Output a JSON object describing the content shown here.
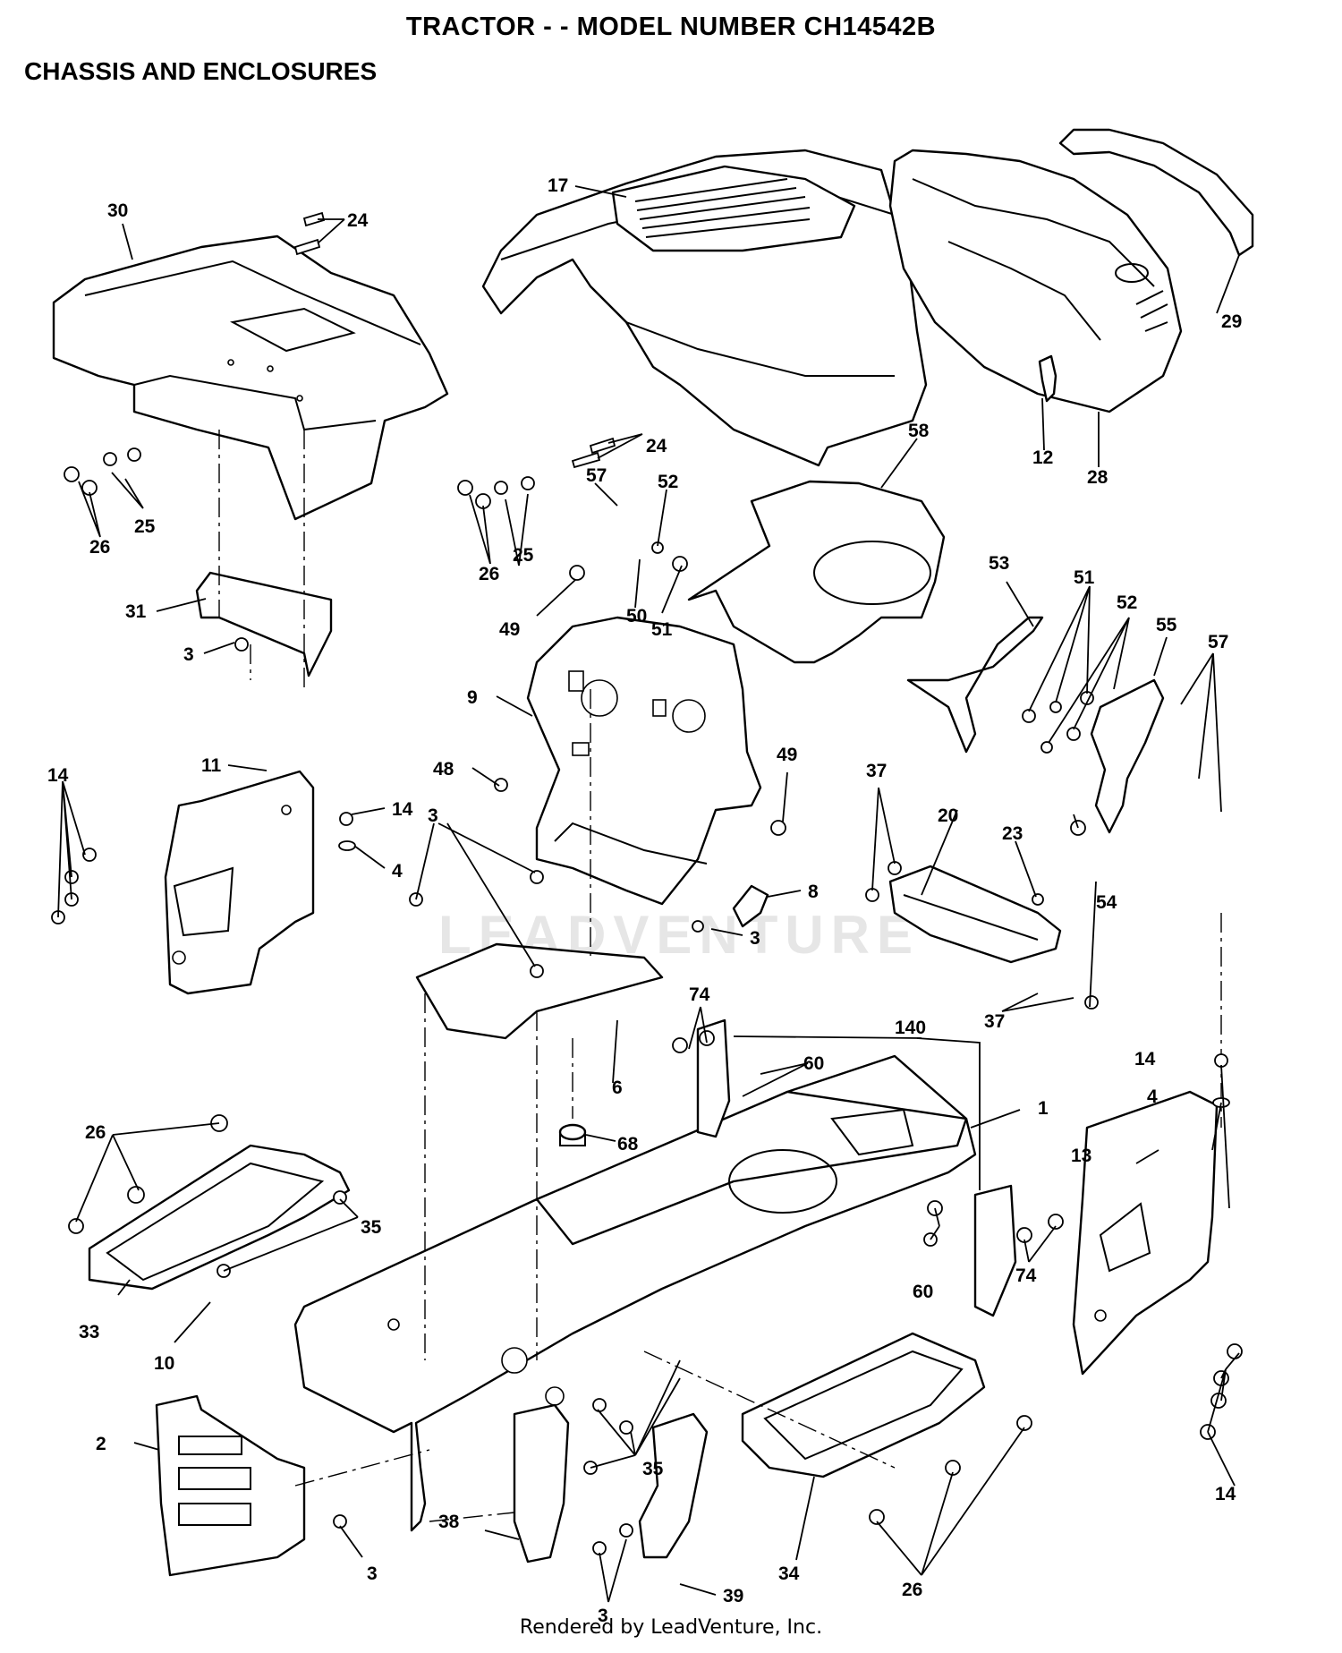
{
  "header": {
    "title": "TRACTOR - - MODEL NUMBER CH14542B",
    "subtitle": "CHASSIS AND ENCLOSURES"
  },
  "footer": {
    "credit": "Rendered by LeadVenture, Inc."
  },
  "watermark": {
    "text": "LEADVENTURE"
  },
  "callouts": [
    "1",
    "2",
    "3",
    "4",
    "6",
    "8",
    "9",
    "10",
    "11",
    "12",
    "13",
    "14",
    "17",
    "20",
    "23",
    "24",
    "25",
    "26",
    "28",
    "29",
    "30",
    "31",
    "33",
    "34",
    "35",
    "37",
    "38",
    "39",
    "48",
    "49",
    "50",
    "51",
    "52",
    "53",
    "54",
    "55",
    "57",
    "58",
    "60",
    "68",
    "74",
    "140"
  ]
}
